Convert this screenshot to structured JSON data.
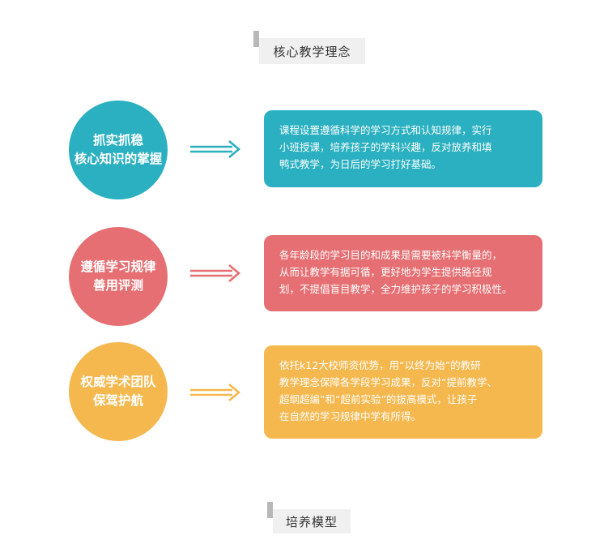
{
  "header": {
    "title": "核心教学理念"
  },
  "footer": {
    "title": "培养模型"
  },
  "colors": {
    "teal": "#2ab0c0",
    "red": "#e56f72",
    "orange": "#f5b84f",
    "tag_bar": "#b8b8b8",
    "tag_bg": "#f0f0f0"
  },
  "rows": [
    {
      "circle": [
        "抓实抓稳",
        "核心知识的掌握"
      ],
      "card": [
        "课程设置遵循科学的学习方式和认知规律，实行",
        "小班授课，培养孩子的学科兴趣，反对放养和填",
        "鸭式教学，为日后的学习打好基础。"
      ],
      "color": "#2ab0c0",
      "icon": "double-arrow-right-icon"
    },
    {
      "circle": [
        "遵循学习规律",
        "善用评测"
      ],
      "card": [
        "各年龄段的学习目的和成果是需要被科学衡量的，",
        "从而让教学有据可循，更好地为学生提供路径规",
        "划，不提倡盲目教学，全力维护孩子的学习积极性。"
      ],
      "color": "#e56f72",
      "icon": "double-arrow-right-icon"
    },
    {
      "circle": [
        "权威学术团队",
        "保驾护航"
      ],
      "card": [
        "依托k12大校师资优势，用“以终为始”的教研",
        "教学理念保障各学段学习成果，反对“提前教学、",
        "超纲超编”和“超前实验”的拔高模式，让孩子",
        "在自然的学习规律中学有所得。"
      ],
      "color": "#f5b84f",
      "icon": "double-arrow-right-icon"
    }
  ]
}
